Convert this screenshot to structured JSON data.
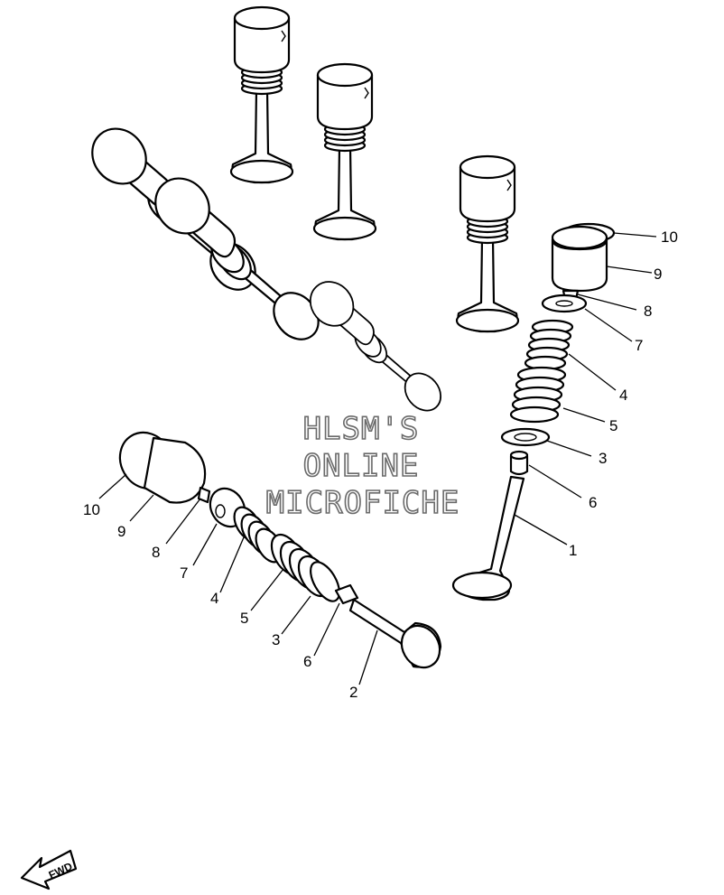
{
  "watermark": {
    "line1": "HLSM'S",
    "line2": "ONLINE",
    "line3": "MICROFICHE"
  },
  "direction_arrow": {
    "label": "FWD"
  },
  "callouts_right": [
    "10",
    "9",
    "8",
    "7",
    "4",
    "5",
    "3",
    "6",
    "1"
  ],
  "callouts_left": [
    "10",
    "9",
    "8",
    "7",
    "4",
    "5",
    "3",
    "6",
    "2"
  ]
}
